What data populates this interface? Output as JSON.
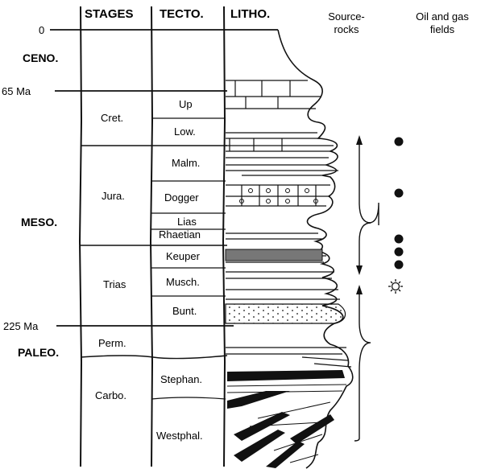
{
  "headers": {
    "stages": "STAGES",
    "tecto": "TECTO.",
    "litho": "LITHO.",
    "source_rocks": [
      "Source-",
      "rocks"
    ],
    "oil_gas": [
      "Oil and gas",
      "fields"
    ]
  },
  "ages": {
    "zero": "0",
    "ma65": "65 Ma",
    "ma225": "225 Ma"
  },
  "eras": {
    "ceno": "CENO.",
    "meso": "MESO.",
    "paleo": "PALEO."
  },
  "stages": {
    "cret": "Cret.",
    "jura": "Jura.",
    "trias": "Trias",
    "perm": "Perm.",
    "carbo": "Carbo."
  },
  "tecto": {
    "up": "Up",
    "low": "Low.",
    "malm": "Malm.",
    "dogger": "Dogger",
    "lias": "Lias",
    "rhaetian": "Rhaetian",
    "keuper": "Keuper",
    "musch": "Musch.",
    "bunt": "Bunt.",
    "stephan": "Stephan.",
    "westphal": "Westphal."
  },
  "colors": {
    "ink": "#111111",
    "bg": "#ffffff"
  },
  "icons": {
    "oil_field": "filled-dot-icon",
    "gas_field": "sun-icon"
  }
}
